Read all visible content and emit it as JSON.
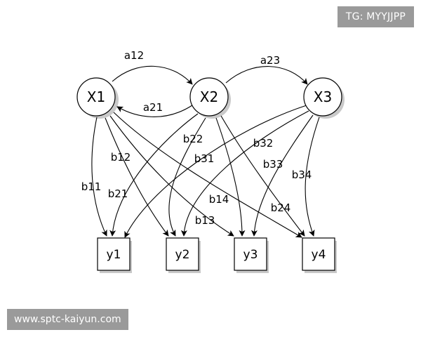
{
  "watermarks": {
    "tag": "TG: MYYJJPP",
    "site": "www.sptc-kaiyun.com"
  },
  "nodes": {
    "x1": "X1",
    "x2": "X2",
    "x3": "X3",
    "y1": "y1",
    "y2": "y2",
    "y3": "y3",
    "y4": "y4"
  },
  "edges": {
    "a12": "a12",
    "a21": "a21",
    "a23": "a23",
    "b11": "b11",
    "b12": "b12",
    "b13": "b13",
    "b14": "b14",
    "b21": "b21",
    "b22": "b22",
    "b24": "b24",
    "b31": "b31",
    "b32": "b32",
    "b33": "b33",
    "b34": "b34"
  }
}
